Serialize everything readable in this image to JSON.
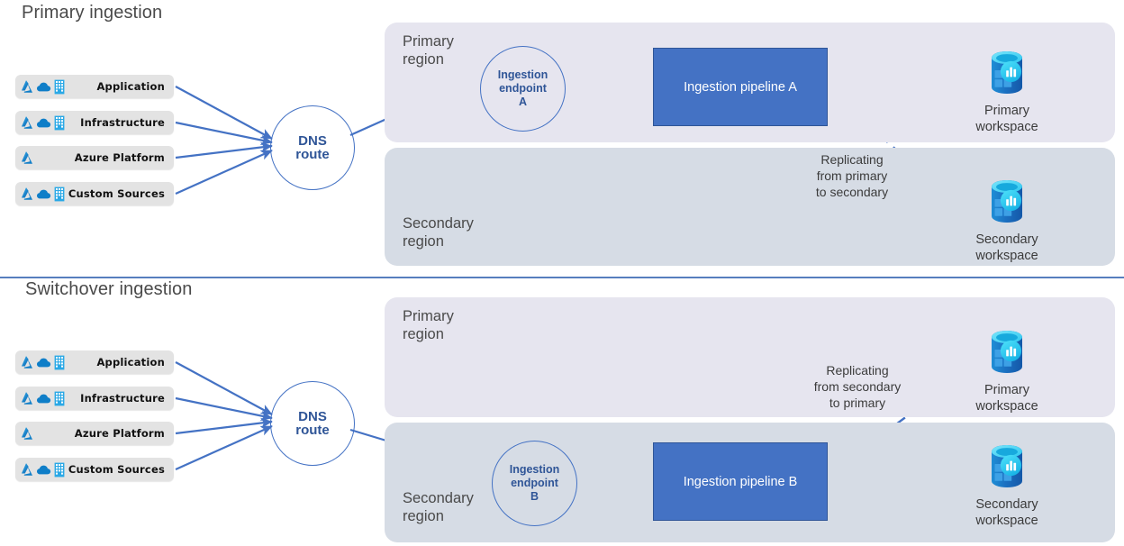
{
  "sections": [
    {
      "title": "Primary ingestion"
    },
    {
      "title": "Switchover ingestion"
    }
  ],
  "sources": {
    "items": [
      {
        "label": "Application",
        "icons": [
          "azure-icon",
          "cloud-icon",
          "building-icon"
        ]
      },
      {
        "label": "Infrastructure",
        "icons": [
          "azure-icon",
          "cloud-icon",
          "building-icon"
        ]
      },
      {
        "label": "Azure Platform",
        "icons": [
          "azure-icon"
        ]
      },
      {
        "label": "Custom Sources",
        "icons": [
          "azure-icon",
          "cloud-icon",
          "building-icon"
        ]
      }
    ]
  },
  "dns": {
    "line1": "DNS",
    "line2": "route"
  },
  "primary_flow": {
    "region_primary_label": "Primary\nregion",
    "region_secondary_label": "Secondary\nregion",
    "endpoint": {
      "line1": "Ingestion",
      "line2": "endpoint",
      "line3": "A"
    },
    "pipeline": "Ingestion pipeline A",
    "replication_note": "Replicating\nfrom primary\nto secondary",
    "workspace_primary": "Primary\nworkspace",
    "workspace_secondary": "Secondary\nworkspace"
  },
  "switchover_flow": {
    "region_primary_label": "Primary\nregion",
    "region_secondary_label": "Secondary\nregion",
    "endpoint": {
      "line1": "Ingestion",
      "line2": "endpoint",
      "line3": "B"
    },
    "pipeline": "Ingestion pipeline B",
    "replication_note": "Replicating\nfrom secondary\nto primary",
    "workspace_primary": "Primary\nworkspace",
    "workspace_secondary": "Secondary\nworkspace"
  },
  "colors": {
    "accent_blue": "#4472c4",
    "accent_blue_dark": "#2f5597",
    "band_primary": "#e6e5ef",
    "band_secondary": "#d6dce5",
    "chip_gray": "#e3e3e3",
    "azure_icon": "#0f7ec8",
    "workspace_cyan": "#32d4f5",
    "background": "#ffffff"
  }
}
